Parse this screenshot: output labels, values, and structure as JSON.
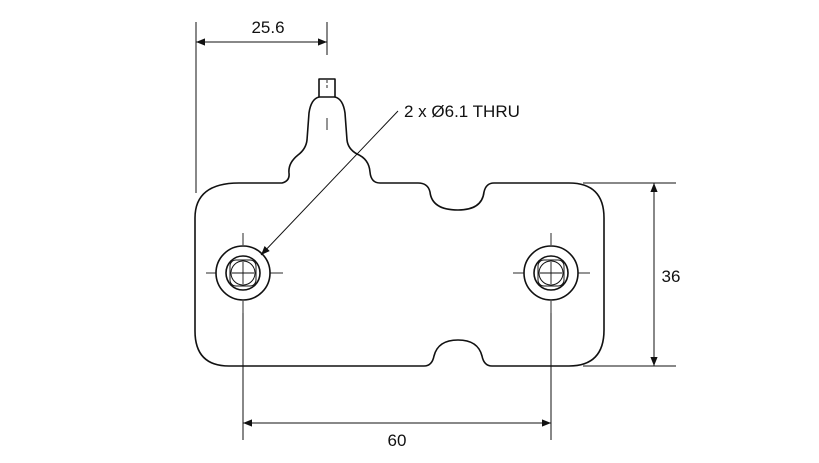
{
  "drawing": {
    "dimensions": {
      "top_offset": "25.6",
      "hole_note": "2 x Ø6.1 THRU",
      "height": "36",
      "hole_spacing": "60"
    },
    "colors": {
      "line": "#111111",
      "background": "#ffffff"
    }
  }
}
